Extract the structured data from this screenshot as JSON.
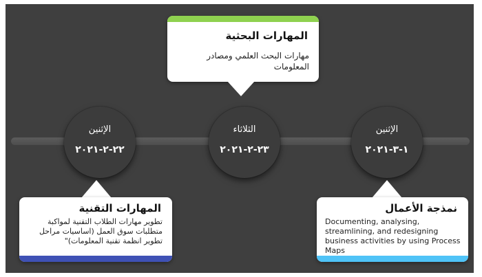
{
  "timeline": {
    "nodes": [
      {
        "day": "الإثنين",
        "date": "٢٢-٢-٢٠٢١"
      },
      {
        "day": "الثلاثاء",
        "date": "٢٣-٢-٢٠٢١"
      },
      {
        "day": "الإثنين",
        "date": "١-٣-٢٠٢١"
      }
    ]
  },
  "cards": {
    "top": {
      "title": "المهارات البحثية",
      "body": "مهارات البحث العلمي ومصادر المعلومات",
      "accent": "#8fd14f"
    },
    "bottom_left": {
      "title": "المهارات التقنية",
      "body": "تطوير مهارات الطلاب التقنية لمواكبة متطلبات سوق العمل (اساسيات مراحل تطوير انظمة تقنية المعلومات)\"",
      "accent": "#3f51b5"
    },
    "bottom_right": {
      "title": "نمذجة الأعمال",
      "body": "Documenting, analysing, streamlining, and redesigning business activities by using Process Maps",
      "accent": "#4fc3f7"
    }
  }
}
